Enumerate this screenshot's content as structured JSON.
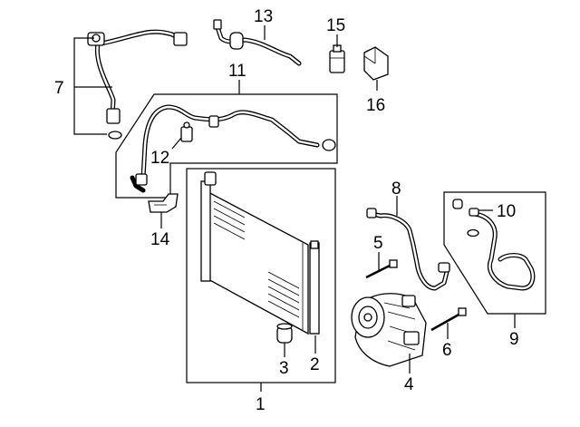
{
  "callouts": [
    {
      "id": "1",
      "text": "1"
    },
    {
      "id": "2",
      "text": "2"
    },
    {
      "id": "3",
      "text": "3"
    },
    {
      "id": "4",
      "text": "4"
    },
    {
      "id": "5",
      "text": "5"
    },
    {
      "id": "6",
      "text": "6"
    },
    {
      "id": "7",
      "text": "7"
    },
    {
      "id": "8",
      "text": "8"
    },
    {
      "id": "9",
      "text": "9"
    },
    {
      "id": "10",
      "text": "10"
    },
    {
      "id": "11",
      "text": "11"
    },
    {
      "id": "12",
      "text": "12"
    },
    {
      "id": "13",
      "text": "13"
    },
    {
      "id": "14",
      "text": "14"
    },
    {
      "id": "15",
      "text": "15"
    },
    {
      "id": "16",
      "text": "16"
    }
  ],
  "colors": {
    "ink": "#000000",
    "paper": "#ffffff"
  }
}
